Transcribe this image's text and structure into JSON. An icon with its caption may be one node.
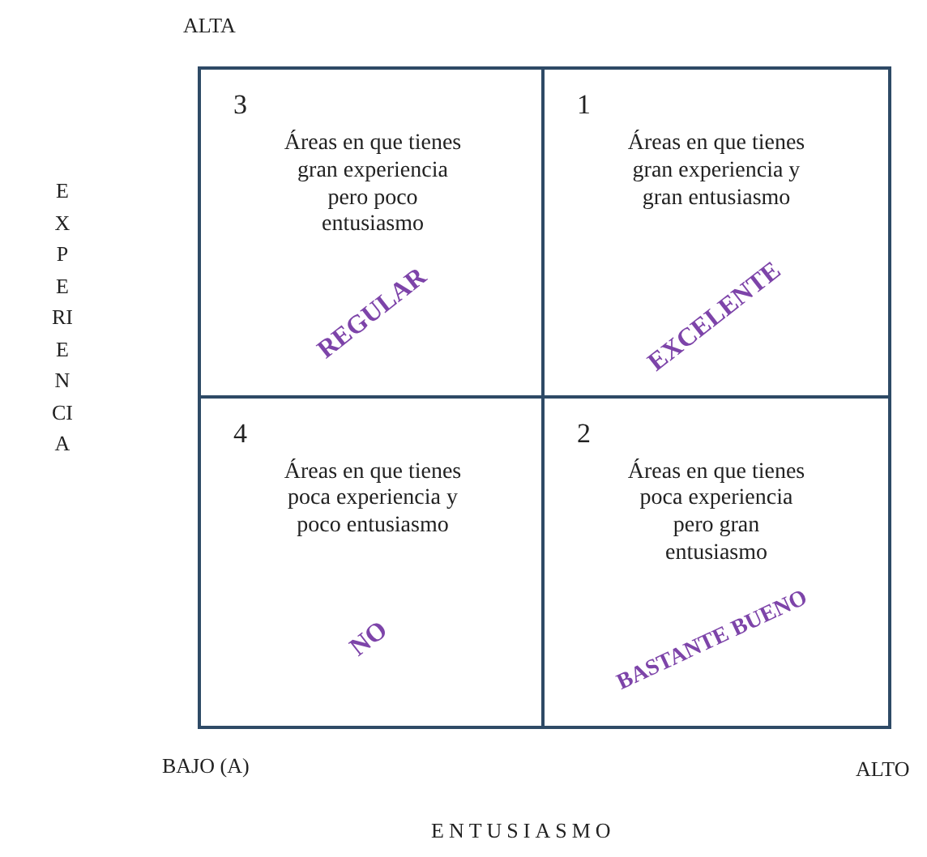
{
  "diagram": {
    "nodes": [
      {
        "text": [
          "3",
          "Áreas en que tienes gran experiencia pero poco entusiasmo",
          "REGULAR"
        ]
      },
      {
        "text": [
          "1",
          "Áreas en que tienes gran experiencia y gran entusiasmo",
          "EXCELENTE"
        ]
      },
      {
        "text": [
          "4",
          "Áreas en que tienes poca experiencia y poco entusiasmo",
          "NO"
        ]
      },
      {
        "text": [
          "2",
          "Áreas en que tienes poca experiencia pero gran entusiasmo",
          "BASTANTE BUENO"
        ]
      }
    ],
    "labels": [
      "ALTA",
      "EXPERIENCIA",
      "BAJO (A)",
      "ALTO",
      "ENTUSIASMO"
    ]
  }
}
